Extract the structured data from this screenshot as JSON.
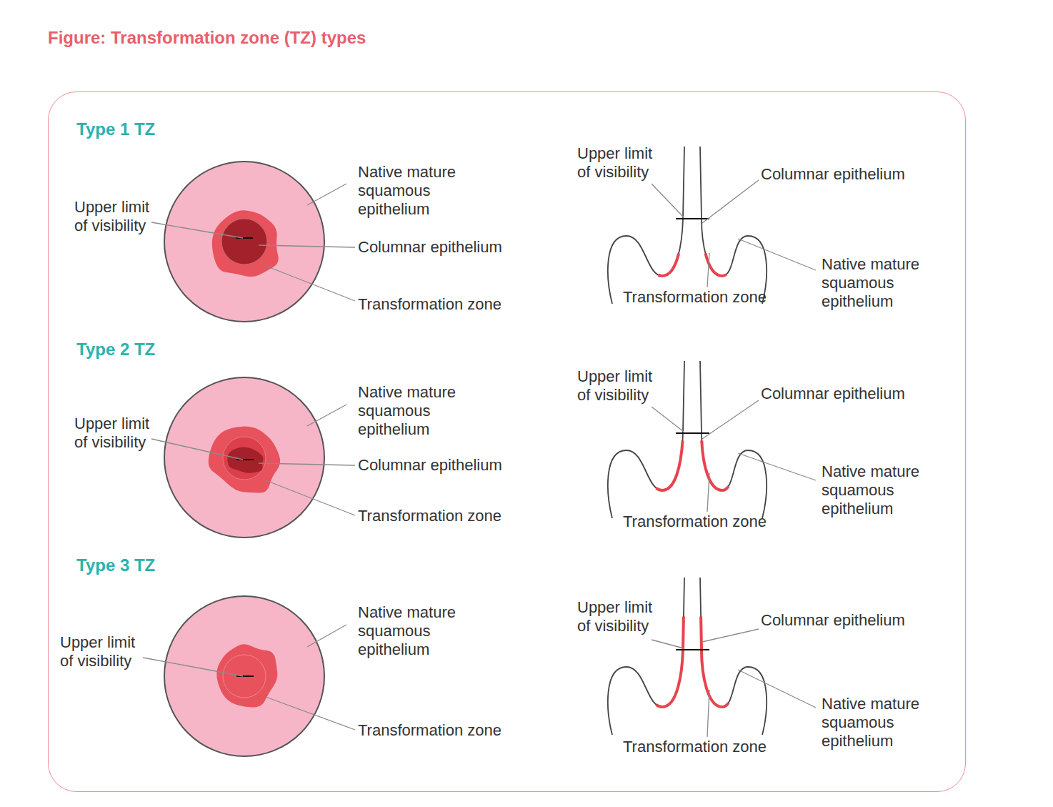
{
  "diagram": {
    "title": "Figure: Transformation zone (TZ) types",
    "nodes": [
      {
        "text": [
          "Type 1 TZ",
          "Type 2 TZ",
          "Type 3 TZ"
        ]
      }
    ],
    "labels": [
      "Native mature squamous epithelium",
      "Upper limit of visibility",
      "Columnar epithelium",
      "Transformation zone",
      "Upper limit of visibility",
      "Columnar epithelium",
      "Native mature squamous epithelium",
      "Transformation zone",
      "Native mature squamous epithelium",
      "Upper limit of visibility",
      "Columnar epithelium",
      "Transformation zone",
      "Upper limit of visibility",
      "Columnar epithelium",
      "Native mature squamous epithelium",
      "Transformation zone",
      "Native mature squamous epithelium",
      "Upper limit of visibility",
      "Transformation zone",
      "Upper limit of visibility",
      "Columnar epithelium",
      "Native mature squamous epithelium",
      "Transformation zone"
    ]
  }
}
